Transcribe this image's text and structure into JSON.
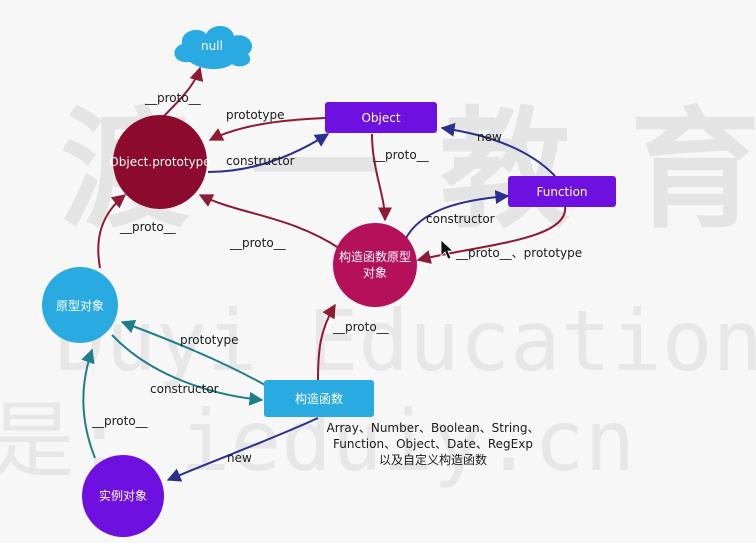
{
  "watermark": {
    "cn_chars": [
      "渡",
      "一",
      "教",
      "育"
    ],
    "en": "Duyi Education",
    "url_prefix": "是:",
    "url": "ieduiy.cn"
  },
  "nodes": {
    "null": "null",
    "object_prototype": "Object.prototype",
    "object": "Object",
    "function": "Function",
    "ctor_prototype_line1": "构造函数原型",
    "ctor_prototype_line2": "对象",
    "prototype_object": "原型对象",
    "constructor_fn": "构造函数",
    "instance": "实例对象"
  },
  "edges": {
    "op_to_null": "__proto__",
    "object_to_op": "prototype",
    "op_to_object": "constructor",
    "object_to_cp": "__proto__",
    "function_to_object": "new",
    "cp_to_function": "constructor",
    "function_to_cp": "__proto__、prototype",
    "proto_obj_to_op": "__proto__",
    "cp_to_op": "__proto__",
    "ctor_to_cp": "__proto__",
    "ctor_to_proto_obj": "prototype",
    "proto_obj_to_ctor": "constructor",
    "instance_to_proto_obj": "__proto__",
    "ctor_to_instance": "new"
  },
  "ctor_note": {
    "line1": "Array、Number、Boolean、String、",
    "line2": "Function、Object、Date、RegExp",
    "line3": "以及自定义构造函数"
  },
  "colors": {
    "cyan": "#29abe2",
    "maroon": "#8b0a2e",
    "crimson": "#b5115a",
    "purple": "#6d10e0",
    "arrow_maroon": "#8e1a35",
    "arrow_navy": "#2b2f8f",
    "arrow_teal": "#1f7d8c"
  }
}
